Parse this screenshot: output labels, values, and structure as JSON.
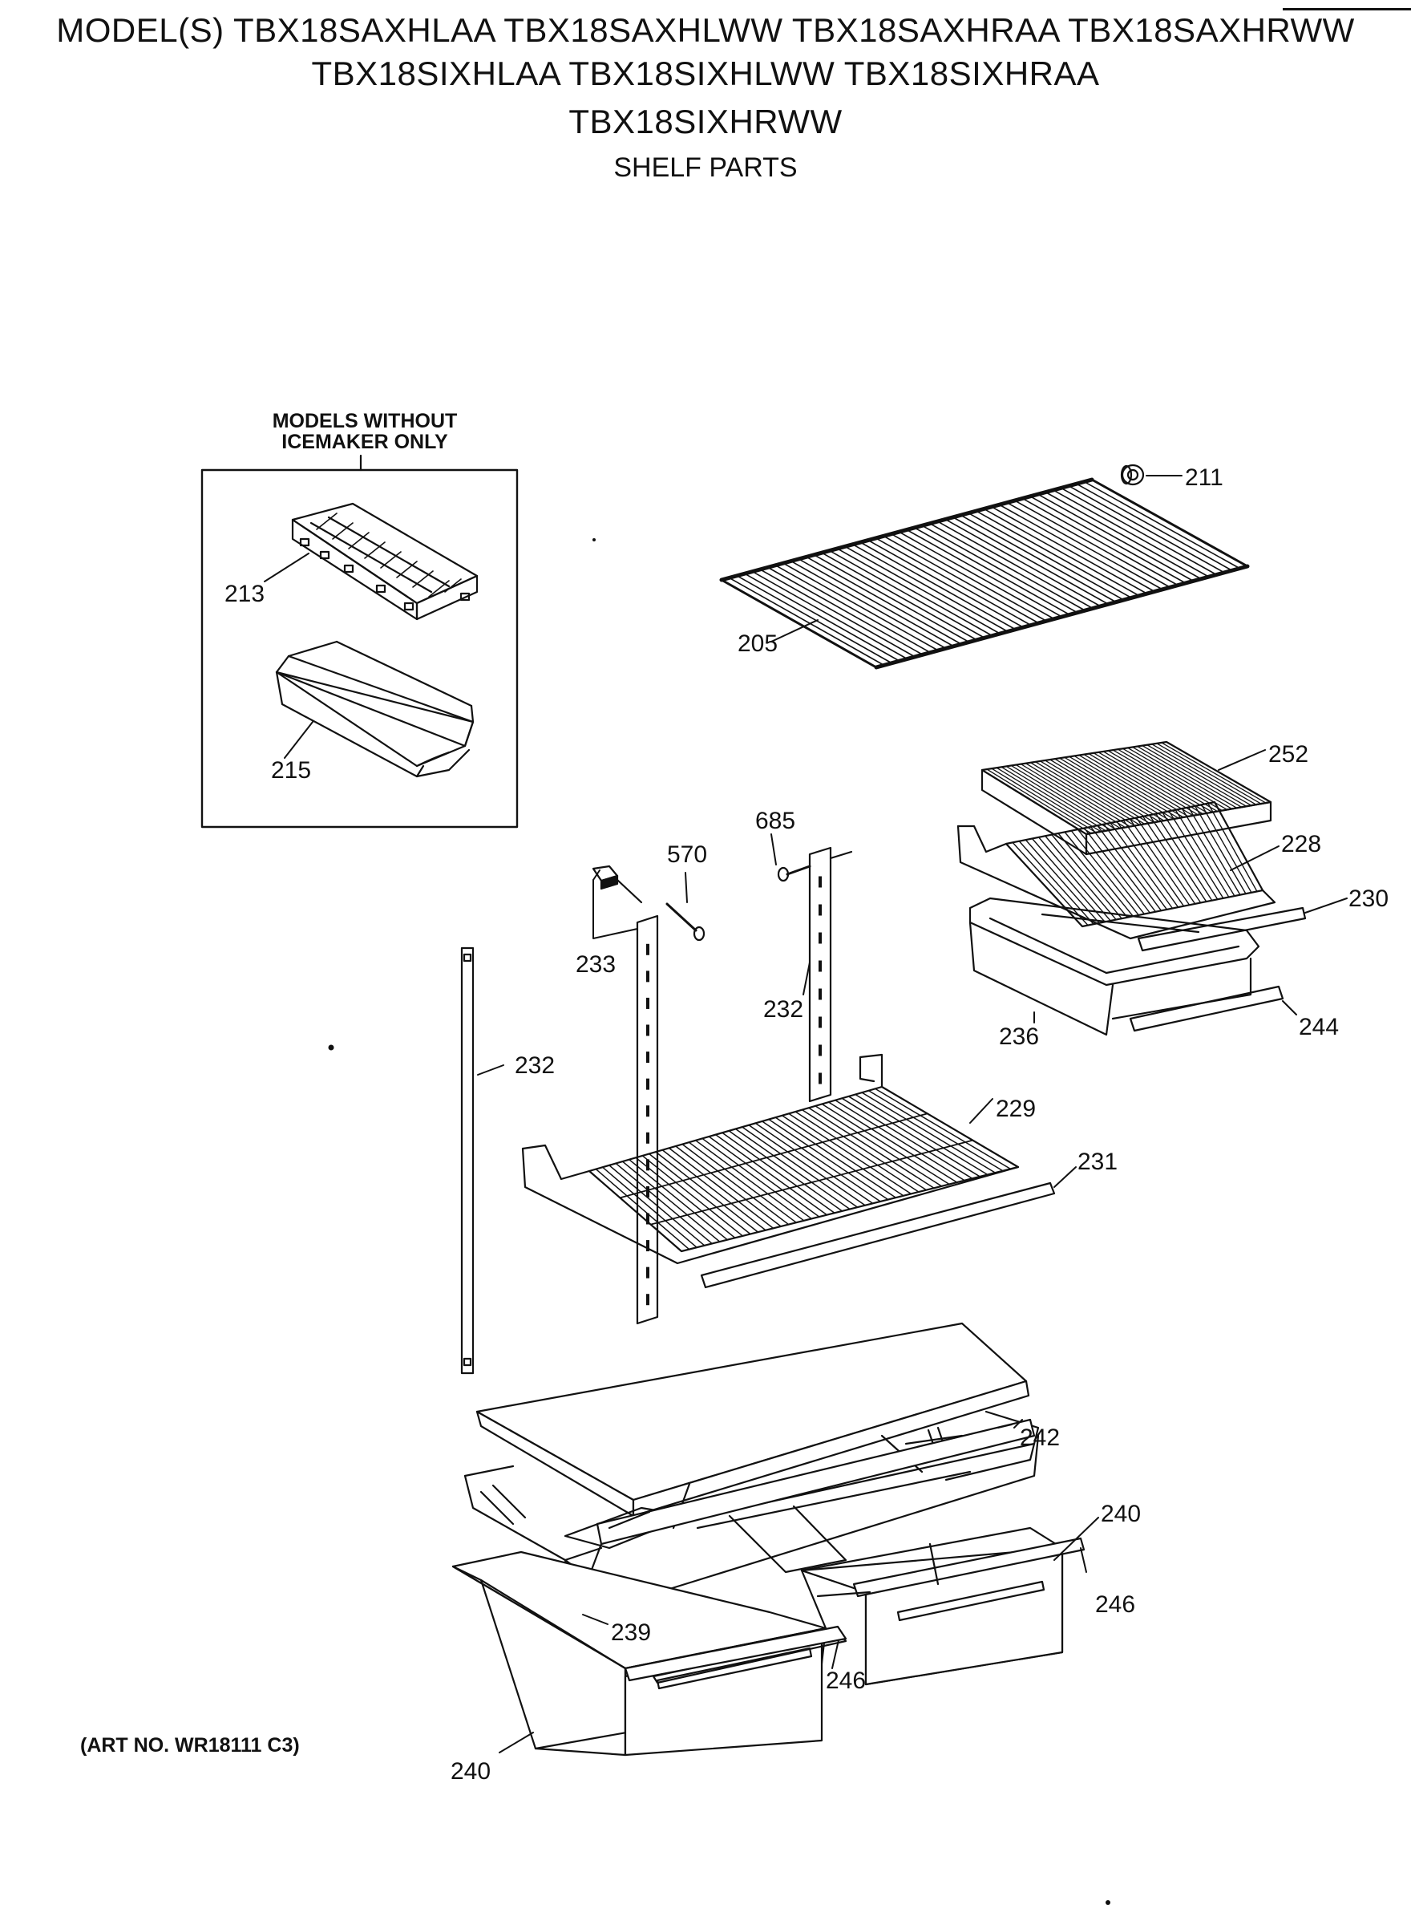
{
  "header": {
    "line1": "MODEL(S) TBX18SAXHLAA TBX18SAXHLWW TBX18SAXHRAA TBX18SAXHRWW",
    "line2": "TBX18SIXHLAA TBX18SIXHLWW TBX18SIXHRAA",
    "line3": "TBX18SIXHRWW",
    "subtitle": "SHELF PARTS"
  },
  "inset": {
    "caption_line1": "MODELS WITHOUT",
    "caption_line2": "ICEMAKER ONLY"
  },
  "footer": {
    "art_no": "(ART NO. WR18111 C3)"
  },
  "callouts": {
    "p211": "211",
    "p213": "213",
    "p205": "205",
    "p215": "215",
    "p252": "252",
    "p685": "685",
    "p570": "570",
    "p228": "228",
    "p230": "230",
    "p233": "233",
    "p232a": "232",
    "p236": "236",
    "p244": "244",
    "p232b": "232",
    "p229": "229",
    "p231": "231",
    "p242": "242",
    "p240a": "240",
    "p246a": "246",
    "p239": "239",
    "p246b": "246",
    "p240b": "240"
  }
}
